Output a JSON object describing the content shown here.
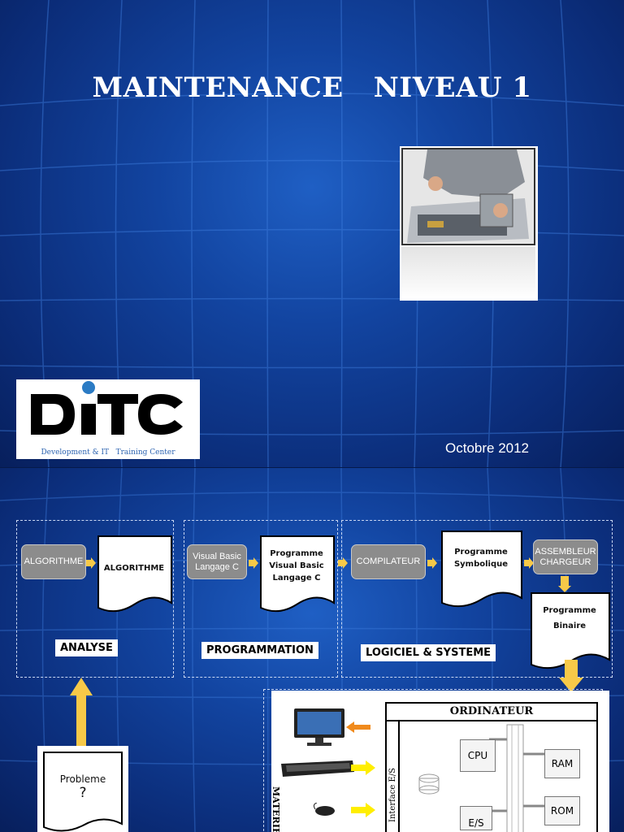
{
  "slide1": {
    "title": "MAINTENANCE   NIVEAU 1",
    "logo_text": "DITC",
    "logo_subtitle": "Development & IT   Training Center",
    "date": "Octobre 2012"
  },
  "slide2": {
    "analyse": {
      "button": "ALGORITHME",
      "doc": "ALGORITHME",
      "caption": "ANALYSE"
    },
    "programmation": {
      "button_line1": "Visual Basic",
      "button_line2": "Langage C",
      "doc_line1": "Programme",
      "doc_line2": "Visual Basic",
      "doc_line3": "Langage C",
      "caption": "PROGRAMMATION"
    },
    "logiciel": {
      "button": "COMPILATEUR",
      "doc_line1": "Programme",
      "doc_line2": "Symbolique",
      "caption": "LOGICIEL & SYSTEME",
      "asm_line1": "ASSEMBLEUR",
      "asm_line2": "CHARGEUR",
      "bin_line1": "Programme",
      "bin_line2": "Binaire"
    },
    "probleme": {
      "line1": "Probleme",
      "line2": "?"
    },
    "ordinateur": {
      "title": "ORDINATEUR",
      "cpu": "CPU",
      "ram": "RAM",
      "rom": "ROM",
      "es": "E/S",
      "interface": "Interface E/S",
      "materiel": "MATERIE"
    },
    "colors": {
      "arrow_yellow": "#f7c948",
      "arrow_orange": "#f08a1c",
      "arrow_bright_yellow": "#ffee00",
      "button_gray": "#8c8c8c"
    }
  }
}
